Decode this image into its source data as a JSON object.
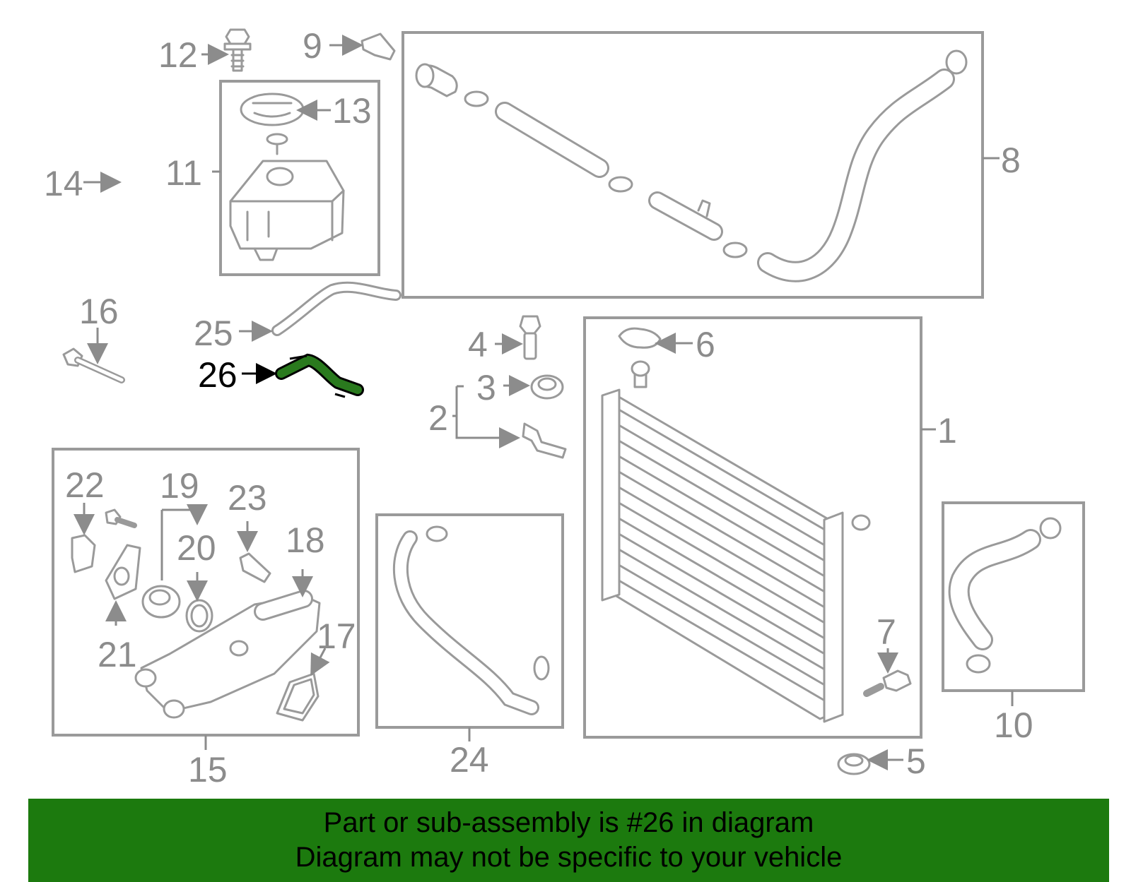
{
  "diagram": {
    "labels": {
      "l1": "1",
      "l2": "2",
      "l3": "3",
      "l4": "4",
      "l5": "5",
      "l6": "6",
      "l7": "7",
      "l8": "8",
      "l9": "9",
      "l10": "10",
      "l11": "11",
      "l12": "12",
      "l13": "13",
      "l14": "14",
      "l15": "15",
      "l16": "16",
      "l17": "17",
      "l18": "18",
      "l19": "19",
      "l20": "20",
      "l21": "21",
      "l22": "22",
      "l23": "23",
      "l24": "24",
      "l25": "25",
      "l26": "26"
    },
    "highlight": {
      "part_number": "26",
      "color": "#2a7a1e"
    }
  },
  "banner": {
    "line1": "Part or sub-assembly is #26 in diagram",
    "line2": "Diagram may not be specific to your vehicle",
    "background": "#1c7a0e"
  }
}
